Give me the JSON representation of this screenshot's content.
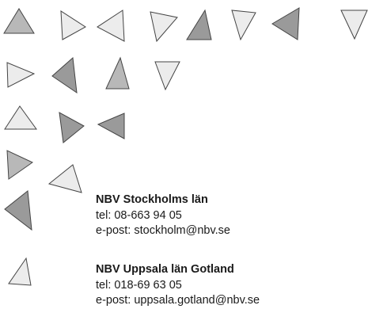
{
  "decoration": {
    "icon": "triangle-pattern-icon",
    "shades": {
      "light": "#ececec",
      "mid": "#b8b8b8",
      "dark": "#9a9a9a",
      "stroke": "#444444"
    }
  },
  "contacts": [
    {
      "name": "NBV Stockholms län",
      "phone": "tel: 08-663 94 05",
      "email": "e-post: stockholm@nbv.se"
    },
    {
      "name": "NBV Uppsala län Gotland",
      "phone": "tel: 018-69 63 05",
      "email": "e-post: uppsala.gotland@nbv.se"
    }
  ]
}
